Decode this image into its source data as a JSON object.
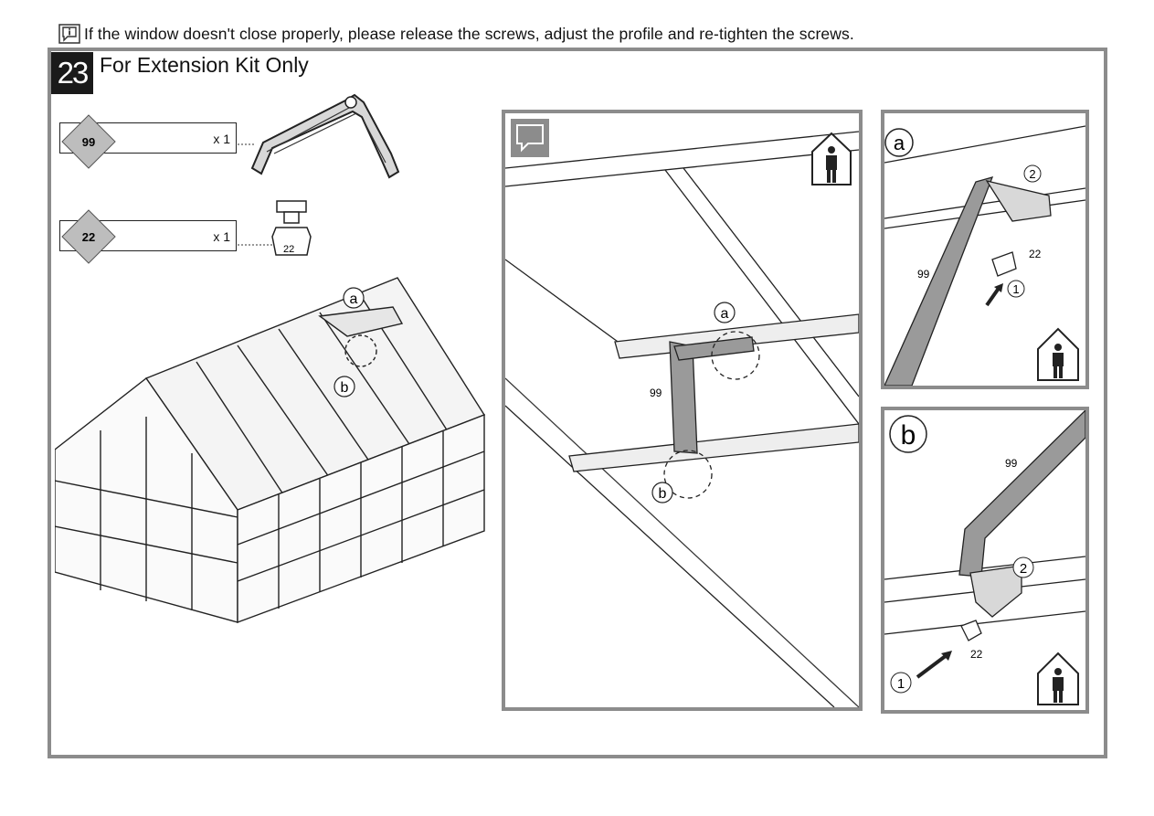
{
  "note": {
    "text": "If the window doesn't close properly, please release the screws, adjust the profile and re-tighten the screws."
  },
  "step": {
    "number": "23",
    "title": "For Extension Kit Only"
  },
  "parts": [
    {
      "id": "99",
      "qty": "x 1"
    },
    {
      "id": "22",
      "qty": "x 1"
    }
  ],
  "overview": {
    "callout_a": "a",
    "callout_b": "b",
    "part_label": "22"
  },
  "main_panel": {
    "callout_a": "a",
    "callout_b": "b",
    "part": "99"
  },
  "detail_a": {
    "letter": "a",
    "part_arm": "99",
    "part_screw": "22",
    "step1": "1",
    "step2": "2"
  },
  "detail_b": {
    "letter": "b",
    "part_arm": "99",
    "part_screw": "22",
    "step1": "1",
    "step2": "2"
  },
  "colors": {
    "frame": "#8c8c8c",
    "step_bg": "#1a1a1a",
    "diamond": "#bdbdbd",
    "arm": "#9a9a9a"
  },
  "icons": [
    "info-icon",
    "person-in-house-icon",
    "arrow-icon",
    "rotate-icon"
  ]
}
